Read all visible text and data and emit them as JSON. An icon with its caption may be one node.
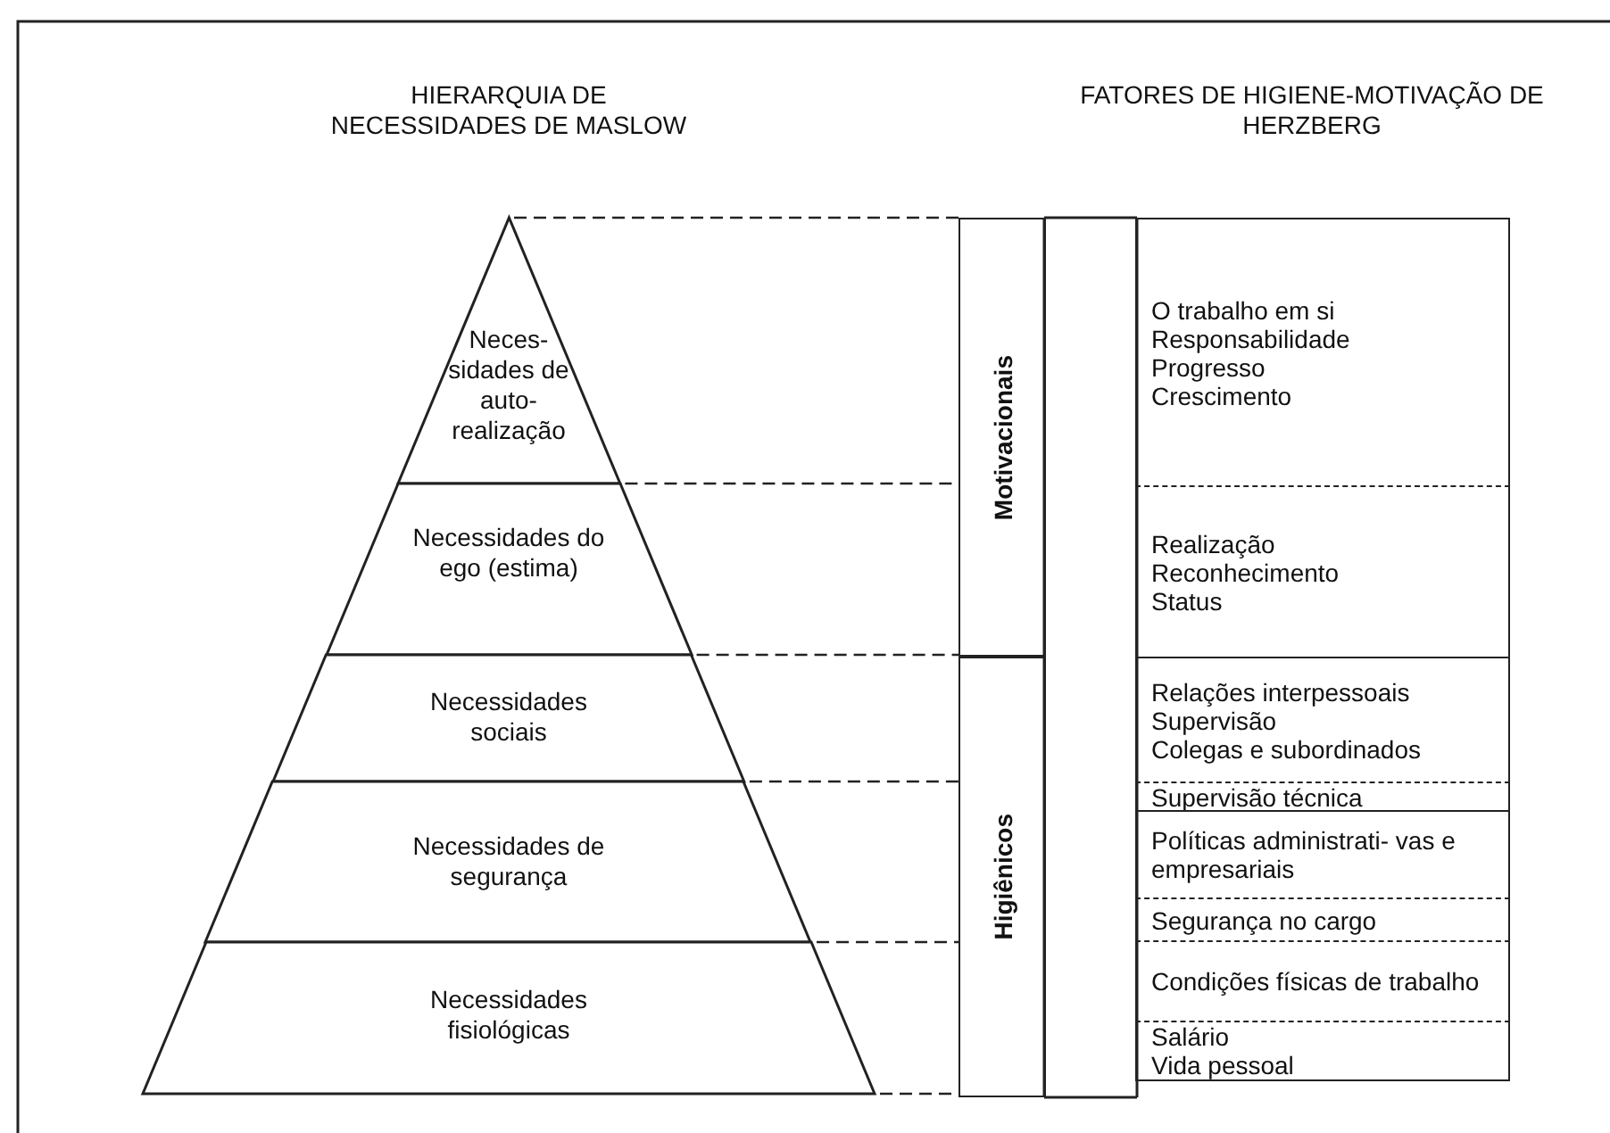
{
  "diagram": {
    "nodes": [
      {
        "text": [
          "Neces- sidades de auto- realização"
        ]
      },
      {
        "text": [
          "Necessidades do ego (estima)"
        ]
      },
      {
        "text": [
          "Necessidades sociais"
        ]
      },
      {
        "text": [
          "Necessidades de segurança"
        ]
      },
      {
        "text": [
          "Necessidades fisiológicas"
        ]
      },
      {
        "text": [
          "Motivacionais"
        ]
      },
      {
        "text": [
          "O trabalho em si",
          "Responsabilidade",
          "Progresso",
          "Crescimento"
        ]
      },
      {
        "text": [
          "Realização",
          "Reconhecimento",
          "Status"
        ]
      },
      {
        "text": [
          "Higiênicos"
        ]
      },
      {
        "text": [
          "Relações interpessoais",
          "Supervisão",
          "Colegas e subordinados"
        ]
      },
      {
        "text": [
          "Supervisão técnica"
        ]
      },
      {
        "text": [
          "Políticas administrati- vas e empresariais"
        ]
      },
      {
        "text": [
          "Segurança no cargo"
        ]
      },
      {
        "text": [
          "Condições físicas de trabalho"
        ]
      },
      {
        "text": [
          "Salário",
          "Vida pessoal"
        ]
      }
    ],
    "labels": [
      "HIERARQUIA DE NECESSIDADES DE MASLOW",
      "FATORES DE HIGIENE-MOTIVAÇÃO DE HERZBERG"
    ]
  }
}
